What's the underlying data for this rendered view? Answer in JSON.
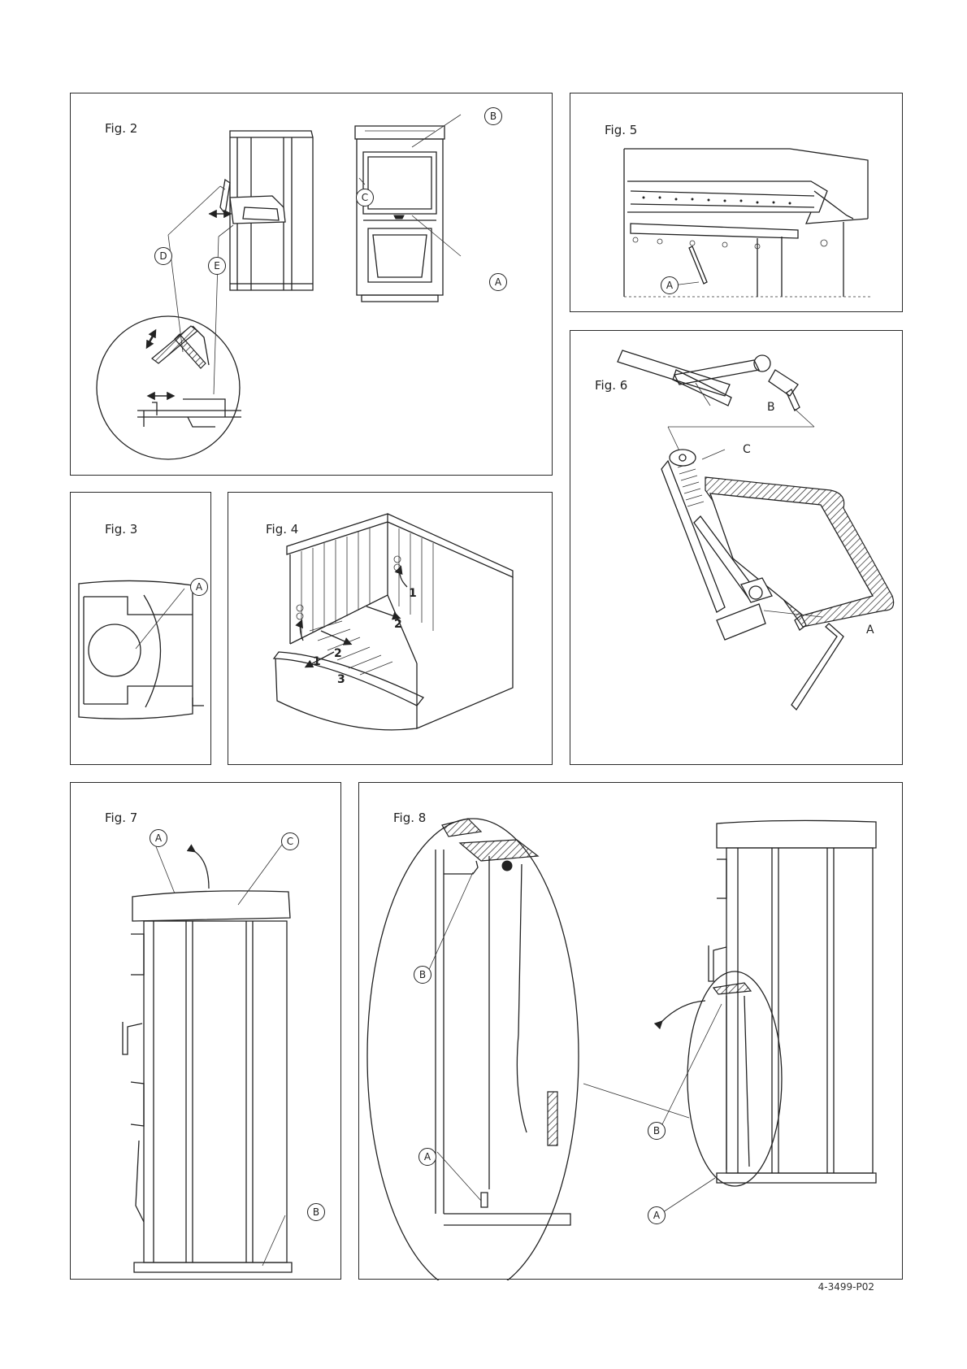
{
  "figures": {
    "fig2": {
      "title": "Fig. 2",
      "labels": [
        "B",
        "C",
        "A",
        "D",
        "E"
      ]
    },
    "fig3": {
      "title": "Fig. 3",
      "labels": [
        "A"
      ]
    },
    "fig4": {
      "title": "Fig. 4",
      "steps": [
        "1",
        "2",
        "1",
        "2",
        "3"
      ]
    },
    "fig5": {
      "title": "Fig. 5",
      "labels": [
        "A"
      ]
    },
    "fig6": {
      "title": "Fig. 6",
      "labels": [
        "B",
        "C",
        "A"
      ]
    },
    "fig7": {
      "title": "Fig. 7",
      "labels": [
        "A",
        "C",
        "B"
      ]
    },
    "fig8": {
      "title": "Fig. 8",
      "labels": [
        "B",
        "A",
        "B",
        "A"
      ]
    }
  },
  "doc_code": "4-3499-P02"
}
